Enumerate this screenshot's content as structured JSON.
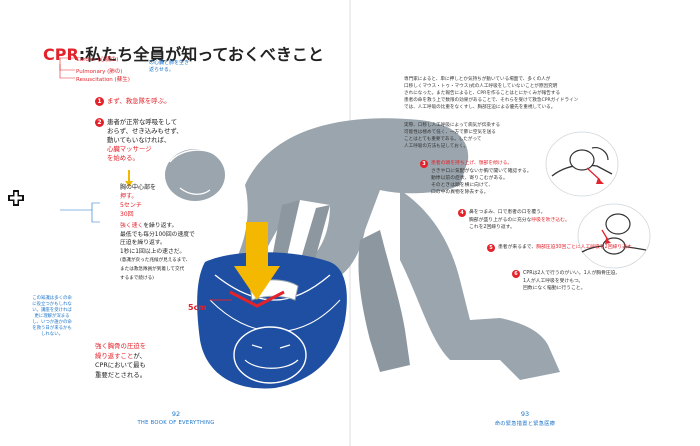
{
  "title": {
    "accent": "CPR",
    "rest": ":私たち全員が知っておくべきこと"
  },
  "etymology": [
    {
      "latin": "Cardio-",
      "jp": "(心臓の)"
    },
    {
      "latin": "Pulmonary",
      "jp": "(肺の)"
    },
    {
      "latin": "Resuscitation",
      "jp": "(蘇生)"
    }
  ],
  "etymology_note": "の心臓と肺を生き返らせる。",
  "steps_left": [
    {
      "num": "1",
      "text": "まず、救急隊を呼ぶ。"
    },
    {
      "num": "2",
      "lines": [
        "患者が正常な呼吸をして",
        "おらず、せき込みもせず、",
        "動いてもいなければ、"
      ],
      "red": "心臓マッサージ",
      "after": "を始める。"
    }
  ],
  "chest_block": {
    "line1": "胸の中心部を",
    "line2": "押す。",
    "line3": "5センチ",
    "line4": "30回"
  },
  "press_block": {
    "red": "強く速く",
    "lines": [
      "を繰り返す。",
      "最低でも毎分100回の速度で",
      "圧迫を繰り返す。",
      "1秒に1回以上の速さだ。"
    ],
    "paren": [
      "(意識が戻った兆候が見えるまで、",
      "または救急隊員が到着して交代",
      "するまで続ける)"
    ]
  },
  "side_note": "この知識は多くの命に役立つかもしれない。講座を受ければ更に理解が深まるし、いつか誰かの命を救う日が来るかもしれない。",
  "fivecm": "5cm",
  "bottom_block": {
    "red1": "強く胸骨の圧迫を",
    "red2": "繰り返すこと",
    "rest1": "が、",
    "rest2": "CPRにおいて最も",
    "rest3": "重要だとされる。"
  },
  "footer_left": {
    "page": "92",
    "label": "THE BOOK OF EVERYTHING"
  },
  "footer_right": {
    "page": "93",
    "label": "命の緊急措置と緊急医療"
  },
  "right_intro": [
    "専門家によると、単に押しとか気持ちが動いている場面で、多くの人が",
    "口移しくマウス・トゥ・マウス)式の人工呼吸をしていないことが原因究明",
    "されになった。また報告によると、CPRを作ることはとにかくみが報告する",
    "患者の命を救う上で数限の効果があることで、それらを受けて救急CPRガイドラインでは、人工呼吸の比重をなくすし、胸部圧迫による優先を重視している。"
  ],
  "right_intro2": [
    "実際、口移し人工呼吸によって病気が伝染する",
    "可能性は極めて低く、一方で肺に空気を送る",
    "ことはとても重要である。したがって",
    "人工呼吸の方法も記しておく。"
  ],
  "steps_right": [
    {
      "num": "3",
      "red": "患者の頭を持ち上げ、顎部を傾ける。",
      "lines": [
        "さきや口に気配がないか胸で聞いて確認する。",
        "動悸以前の症状、寄りこむがある。",
        "そのときは頭を横に向けて、",
        "口の中の異物を除去する。"
      ]
    },
    {
      "num": "4",
      "lines": [
        "鼻をつまみ、口で患者の口を覆う。",
        "胸部が盛り上がるのに充分な"
      ],
      "red": "呼吸を吹き込む。",
      "after": [
        "これを2回繰り返す。"
      ]
    },
    {
      "num": "5",
      "lines": [
        "患者が来るまで、"
      ],
      "red": "胸部圧迫30回ごとに人工呼吸を2回繰り返す。"
    },
    {
      "num": "6",
      "lines": [
        "CPRは2人で行うのがいい。1人が胸骨圧迫、",
        "1人が人工呼吸を受けもつ。",
        "回数になく稲勤に行うこと。"
      ]
    }
  ],
  "colors": {
    "accent_red": "#e3222b",
    "accent_blue": "#1a73c9",
    "figure_gray": "#9aa5ad",
    "victim_blue": "#1e4fa3",
    "arrow_yellow": "#f5b800"
  },
  "icons": [
    "plus-icon",
    "arrow-down-icon"
  ]
}
